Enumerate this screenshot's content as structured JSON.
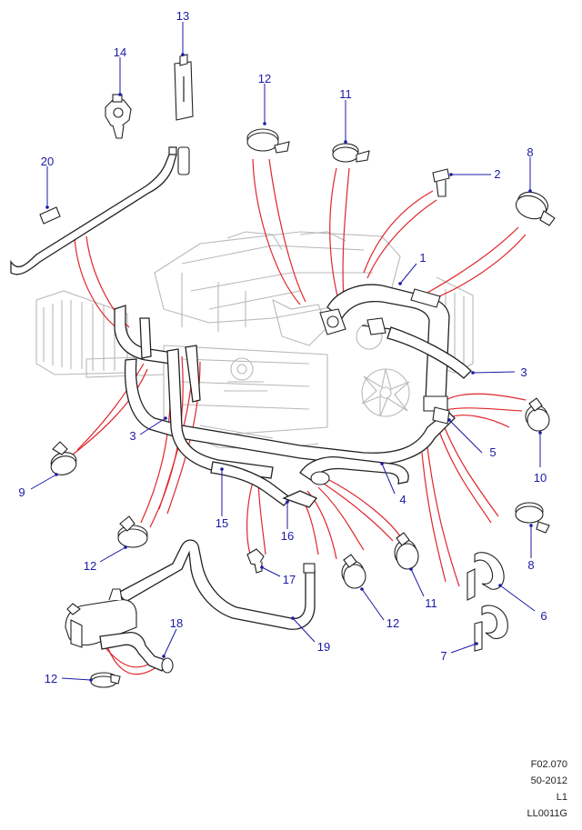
{
  "callouts": [
    {
      "id": "c1",
      "label": "1"
    },
    {
      "id": "c2",
      "label": "2"
    },
    {
      "id": "c3a",
      "label": "3"
    },
    {
      "id": "c3b",
      "label": "3"
    },
    {
      "id": "c4",
      "label": "4"
    },
    {
      "id": "c5",
      "label": "5"
    },
    {
      "id": "c6",
      "label": "6"
    },
    {
      "id": "c7",
      "label": "7"
    },
    {
      "id": "c8a",
      "label": "8"
    },
    {
      "id": "c8b",
      "label": "8"
    },
    {
      "id": "c9",
      "label": "9"
    },
    {
      "id": "c10",
      "label": "10"
    },
    {
      "id": "c11a",
      "label": "11"
    },
    {
      "id": "c11b",
      "label": "11"
    },
    {
      "id": "c12a",
      "label": "12"
    },
    {
      "id": "c12b",
      "label": "12"
    },
    {
      "id": "c12c",
      "label": "12"
    },
    {
      "id": "c12d",
      "label": "12"
    },
    {
      "id": "c13",
      "label": "13"
    },
    {
      "id": "c14",
      "label": "14"
    },
    {
      "id": "c15",
      "label": "15"
    },
    {
      "id": "c16",
      "label": "16"
    },
    {
      "id": "c17",
      "label": "17"
    },
    {
      "id": "c18",
      "label": "18"
    },
    {
      "id": "c19",
      "label": "19"
    },
    {
      "id": "c20",
      "label": "20"
    }
  ],
  "reference": {
    "figure": "F02.070",
    "range": "50-2012",
    "level": "L1",
    "code": "LL0011G"
  },
  "colors": {
    "callout": "#1a1aa6",
    "leader_red": "#e0262b",
    "engine_ghost": "#b9b9b9",
    "outline": "#222222"
  }
}
